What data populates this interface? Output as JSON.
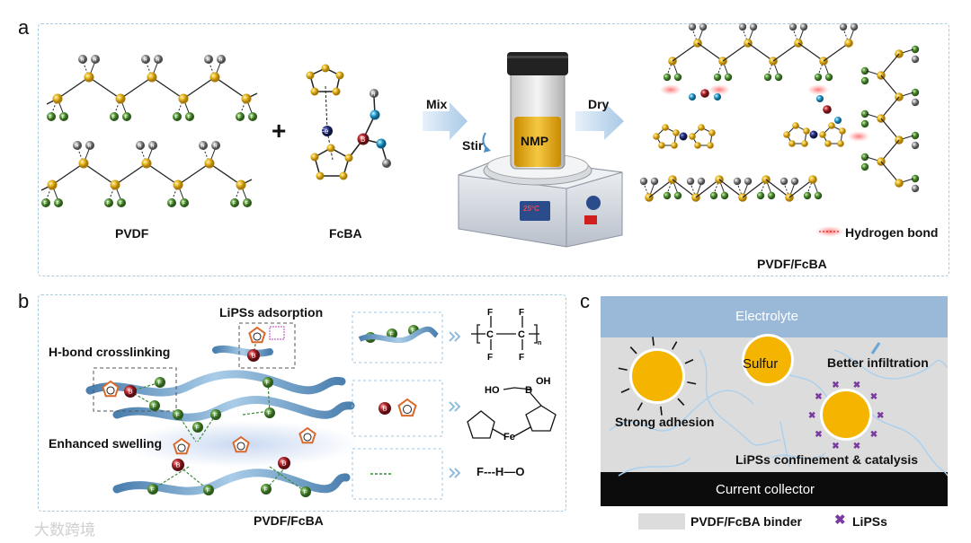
{
  "panel_a": {
    "letter": "a",
    "pvdf_label": "PVDF",
    "fcba_label": "FcBA",
    "plus": "+",
    "mix_label": "Mix",
    "stir_label": "Stir",
    "dry_label": "Dry",
    "vial_label": "NMP",
    "stirrer_display": "25°C",
    "atom_h": "H",
    "atom_f": "F",
    "atom_b": "B",
    "atom_fe": "Fe",
    "product_label": "PVDF/FcBA",
    "legend_hbond": "Hydrogen bond"
  },
  "panel_b": {
    "letter": "b",
    "lips_adsorption": "LiPSs adsorption",
    "hbond_crosslinking": "H-bond crosslinking",
    "enhanced_swelling": "Enhanced swelling",
    "bottom_label": "PVDF/FcBA",
    "atom_b": "B",
    "atom_f": "F",
    "legend_pvdf_formula": {
      "f_top1": "F",
      "f_top2": "F",
      "f_bot1": "F",
      "f_bot2": "F",
      "c1": "C",
      "c2": "C",
      "n": "n"
    },
    "legend_fcba_formula": {
      "ho": "HO",
      "b": "B",
      "oh": "OH",
      "fe": "Fe"
    },
    "legend_hbond_formula": "F---H—O"
  },
  "panel_c": {
    "letter": "c",
    "electrolyte": "Electrolyte",
    "sulfur": "Sulfur",
    "better_infiltration": "Better infiltration",
    "strong_adhesion": "Strong adhesion",
    "lips_confinement": "LiPSs confinement & catalysis",
    "current_collector": "Current collector",
    "legend_binder": "PVDF/FcBA binder",
    "legend_lips": "LiPSs"
  },
  "colors": {
    "carbon": "#e8b923",
    "fluorine": "#5b9a3c",
    "hydrogen": "#8a8a8a",
    "boron": "#b8292f",
    "oxygen": "#2fa7d6",
    "iron": "#2a3580",
    "electrolyte": "#9ab9d8",
    "binder": "#dcdcdc",
    "collector": "#0c0c0c",
    "sulfur": "#f5b400",
    "lips": "#7a3aa0"
  },
  "watermark": "大数跨境"
}
